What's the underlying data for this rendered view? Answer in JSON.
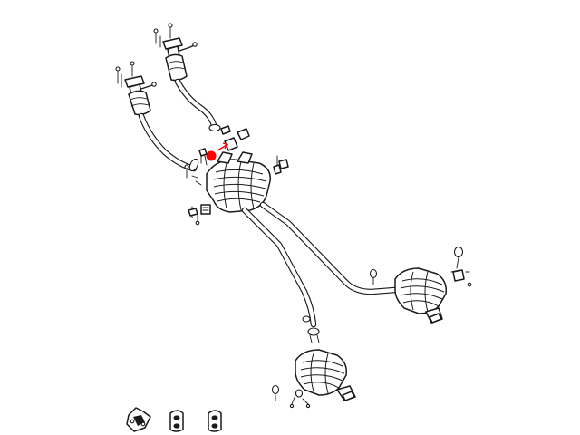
{
  "diagram": {
    "background": "#ffffff",
    "line_color": "#1a1a1a",
    "highlight_color": "#ff0000",
    "highlighted_part": "resonator-clamp",
    "parts": [
      "left-catalytic-converter",
      "right-catalytic-converter",
      "front-pipes",
      "center-resonator",
      "crossover-pipes",
      "right-muffler",
      "left-muffler",
      "isolator-hangers"
    ]
  }
}
